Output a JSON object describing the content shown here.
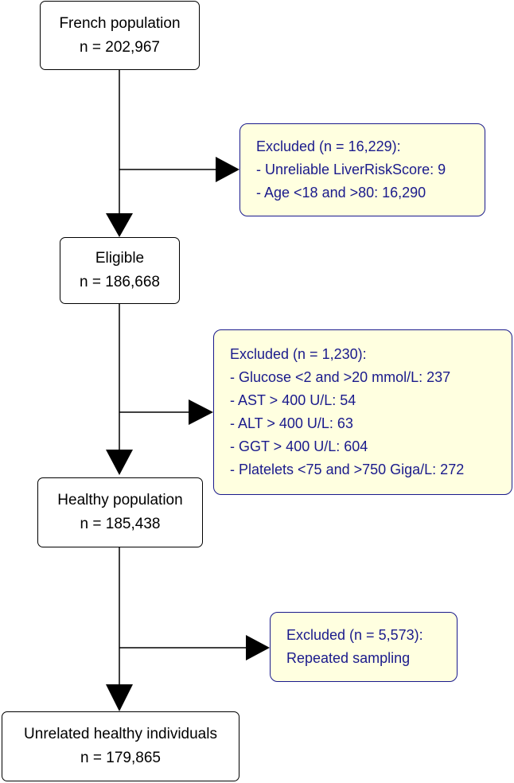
{
  "colors": {
    "main_border": "#000000",
    "exclusion_fill": "#ffffe0",
    "exclusion_border": "#1a1a8c",
    "exclusion_text": "#1a1a8c"
  },
  "boxes": {
    "french": {
      "title": "French population",
      "count": "n = 202,967"
    },
    "eligible": {
      "title": "Eligible",
      "count": "n = 186,668"
    },
    "healthy": {
      "title": "Healthy population",
      "count": "n = 185,438"
    },
    "unrelated": {
      "title": "Unrelated healthy individuals",
      "count": "n = 179,865"
    }
  },
  "exclusions": {
    "first": {
      "title": "Excluded (n = 16,229):",
      "items": [
        "- Unreliable LiverRiskScore: 9",
        "- Age <18 and >80: 16,290"
      ]
    },
    "second": {
      "title": "Excluded (n = 1,230):",
      "items": [
        "- Glucose <2 and >20 mmol/L: 237",
        "- AST > 400 U/L: 54",
        "- ALT > 400 U/L: 63",
        "- GGT > 400 U/L: 604",
        "- Platelets <75 and >750 Giga/L: 272"
      ]
    },
    "third": {
      "title": "Excluded (n = 5,573):",
      "items": [
        "Repeated sampling"
      ]
    }
  }
}
